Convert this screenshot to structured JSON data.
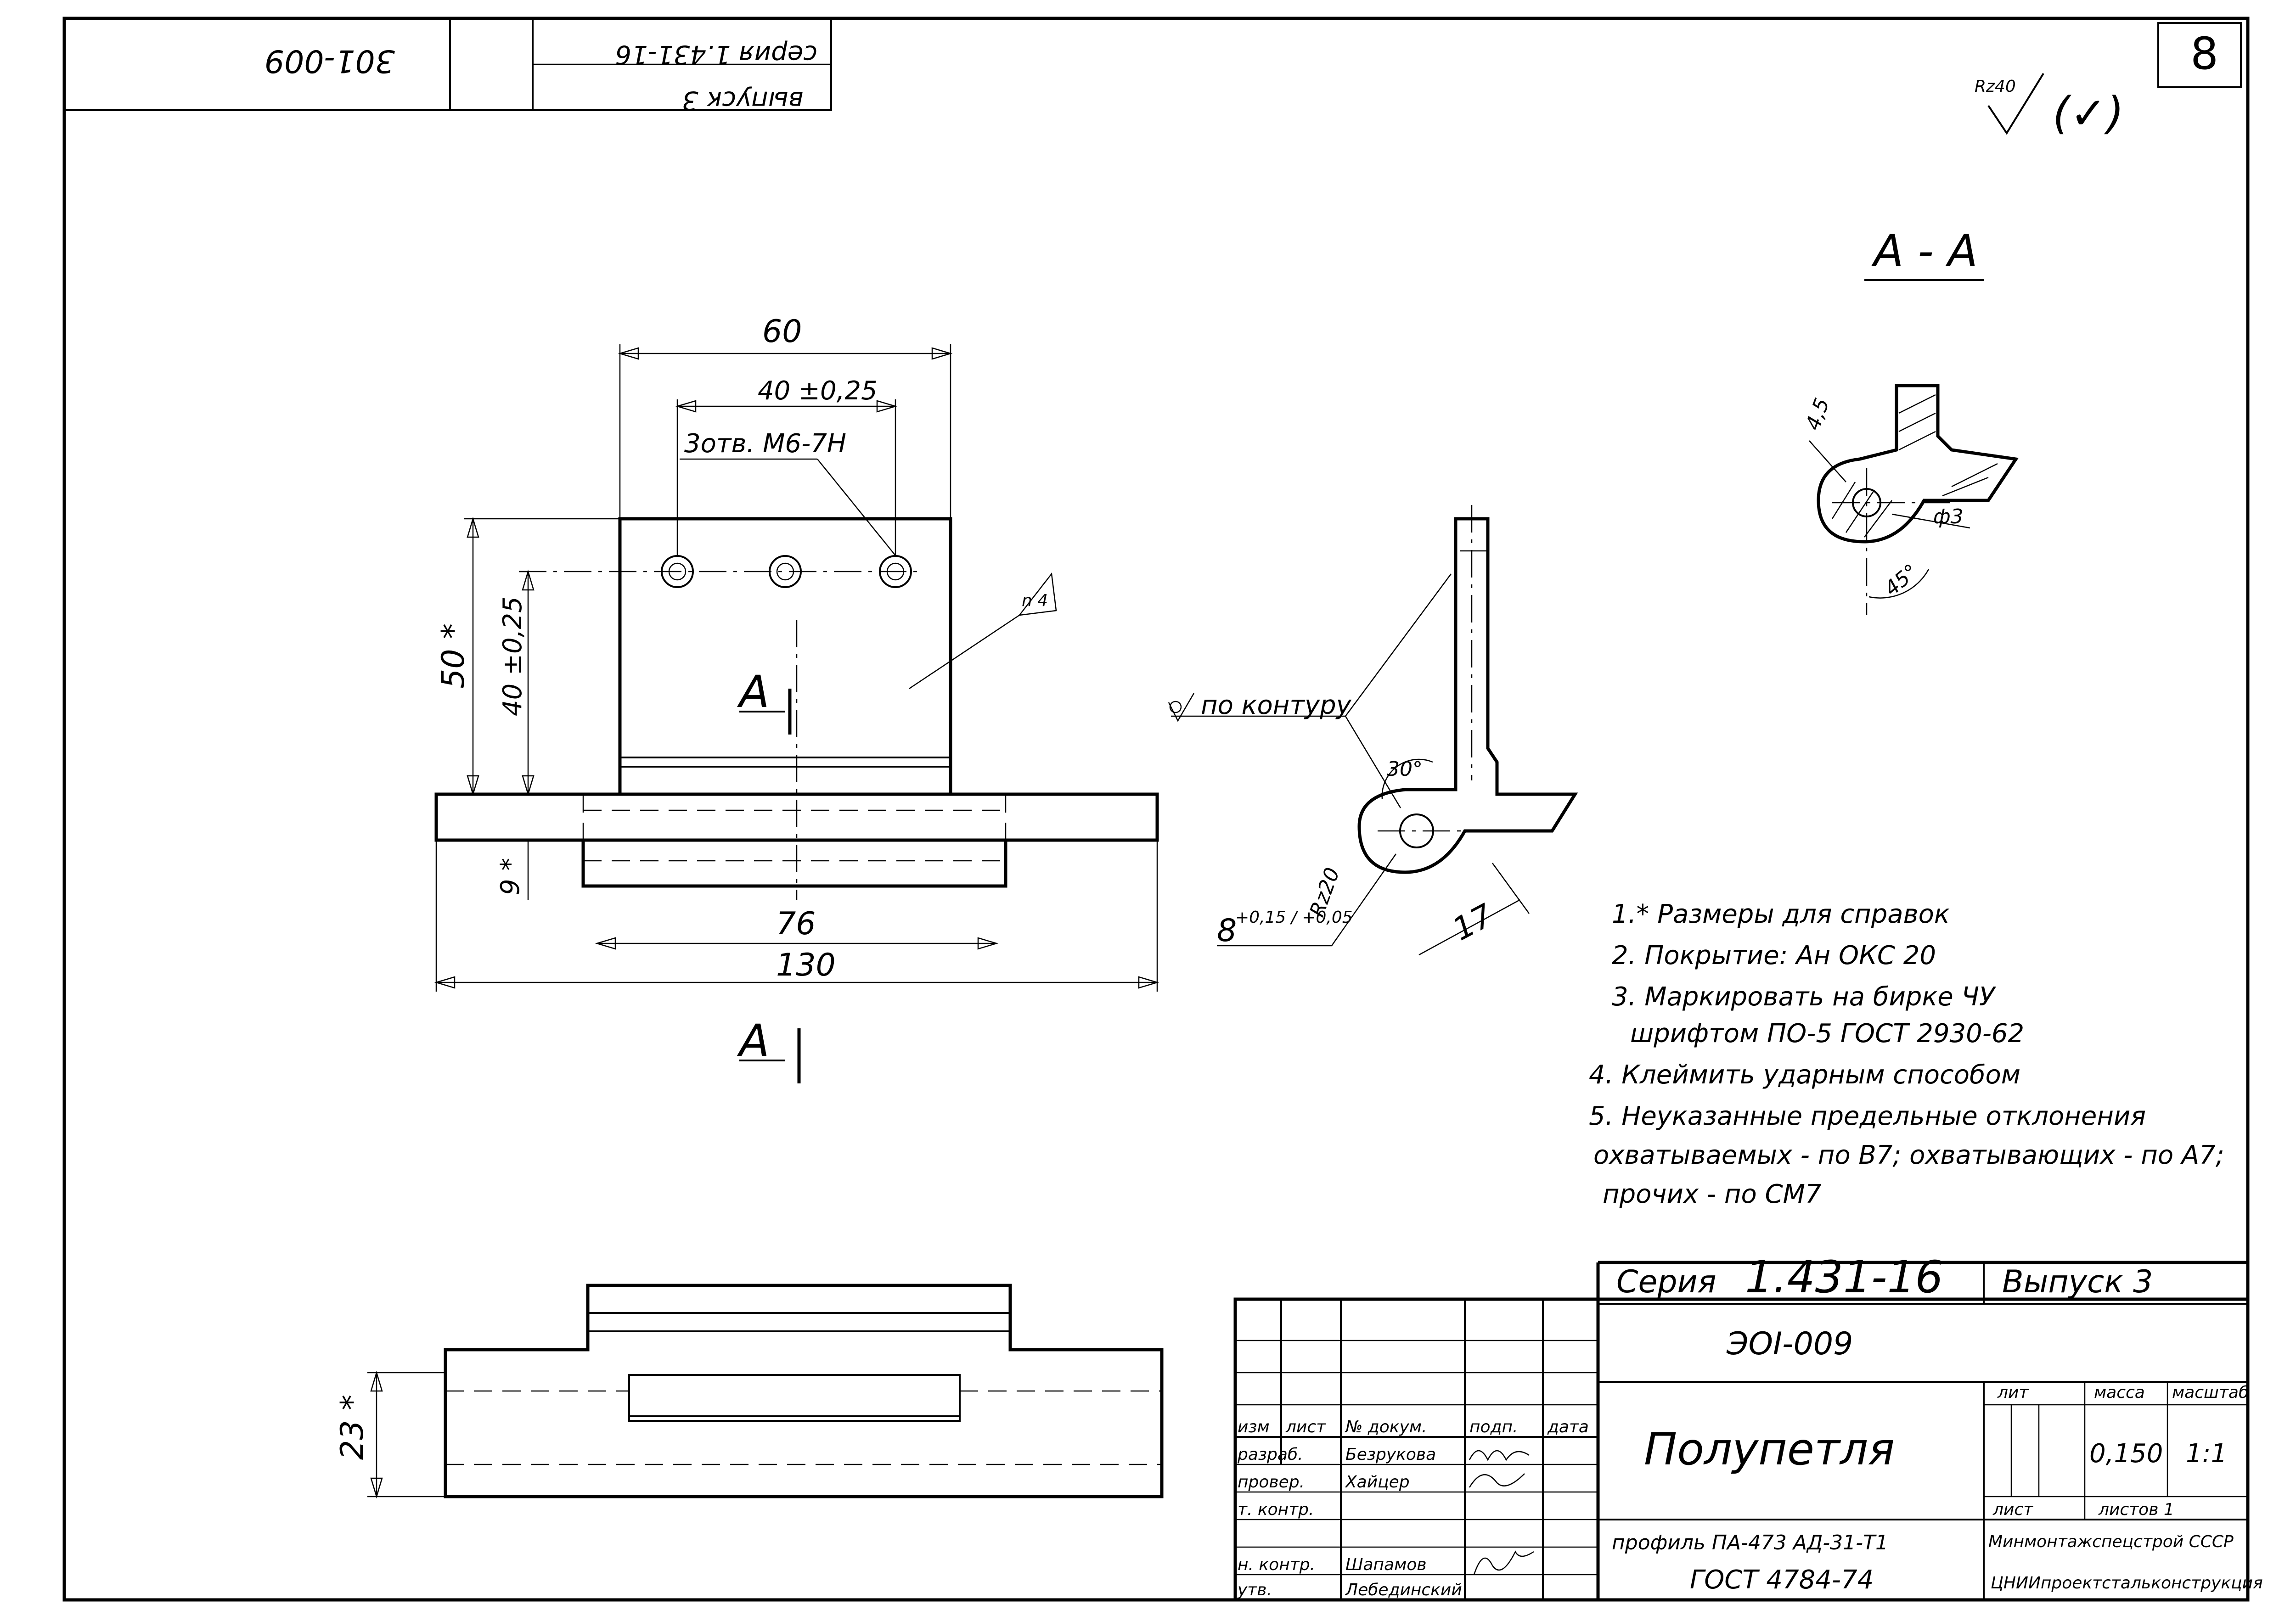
{
  "stamp": {
    "series": "Серия 1.431-16",
    "series_short": "Серия",
    "series_num": "1.431-16",
    "issue": "Выпуск 3",
    "doc_code": "ЭОI-009",
    "title": "Полупетля",
    "material_line1": "профиль ПА-473 АД-31-Т1",
    "material_line2": "ГОСТ 4784-74",
    "col_lit": "лит",
    "col_mass": "масса",
    "col_scale": "масштаб",
    "mass": "0,150",
    "scale": "1:1",
    "sheet_label": "лист",
    "sheets_label": "листов 1",
    "org_line1": "Минмонтажспецстрой СССР",
    "org_line2": "ЦНИИпроектстальконструкция",
    "roles": {
      "change": "изм",
      "sheet": "лист",
      "docnum": "№ докум.",
      "sign": "подп.",
      "date": "дата",
      "developer": "разраб.",
      "checker": "провер.",
      "tcontrol": "т. контр.",
      "ncontrol": "н. контр.",
      "approved": "утв."
    },
    "names": {
      "developer": "Безрукова",
      "checker": "Хайцер",
      "ncontrol": "Шапамов",
      "approved": "Лебединский"
    }
  },
  "top_stamp": {
    "code": "301-009",
    "series": "серия 1.431-16",
    "issue": "выпуск 3"
  },
  "page_number": "8",
  "roughness": {
    "value": "Rz40",
    "paren": "(✓)"
  },
  "section_title": "A - A",
  "dims": {
    "width_60": "60",
    "spacing_40": "40 ±0,25",
    "holes": "3отв. М6-7Н",
    "height_50": "50 *",
    "height_40": "40 ±0,25",
    "dim_9": "9 *",
    "len_76": "76",
    "len_130": "130",
    "dim_23": "23 *",
    "flag_n4": "n 4",
    "section_mark": "A",
    "contour": "по контуру",
    "angle_30": "30°",
    "dim_8": "8",
    "tol_8": "+0,15 / +0,05",
    "rz20": "Rz20",
    "dim_17": "17",
    "dim_45": "4,5",
    "dia_3": "ф3",
    "angle_45": "45°"
  },
  "notes": [
    "1.* Размеры для справок",
    "2. Покрытие: Ан ОКС 20",
    "3. Маркировать на бирке ЧУ",
    "шрифтом ПО-5 ГОСТ 2930-62",
    "4. Клеймить ударным способом",
    "5. Неуказанные предельные отклонения",
    "охватываемых - по В7; охватывающих - по А7;",
    "прочих - по СМ7"
  ]
}
